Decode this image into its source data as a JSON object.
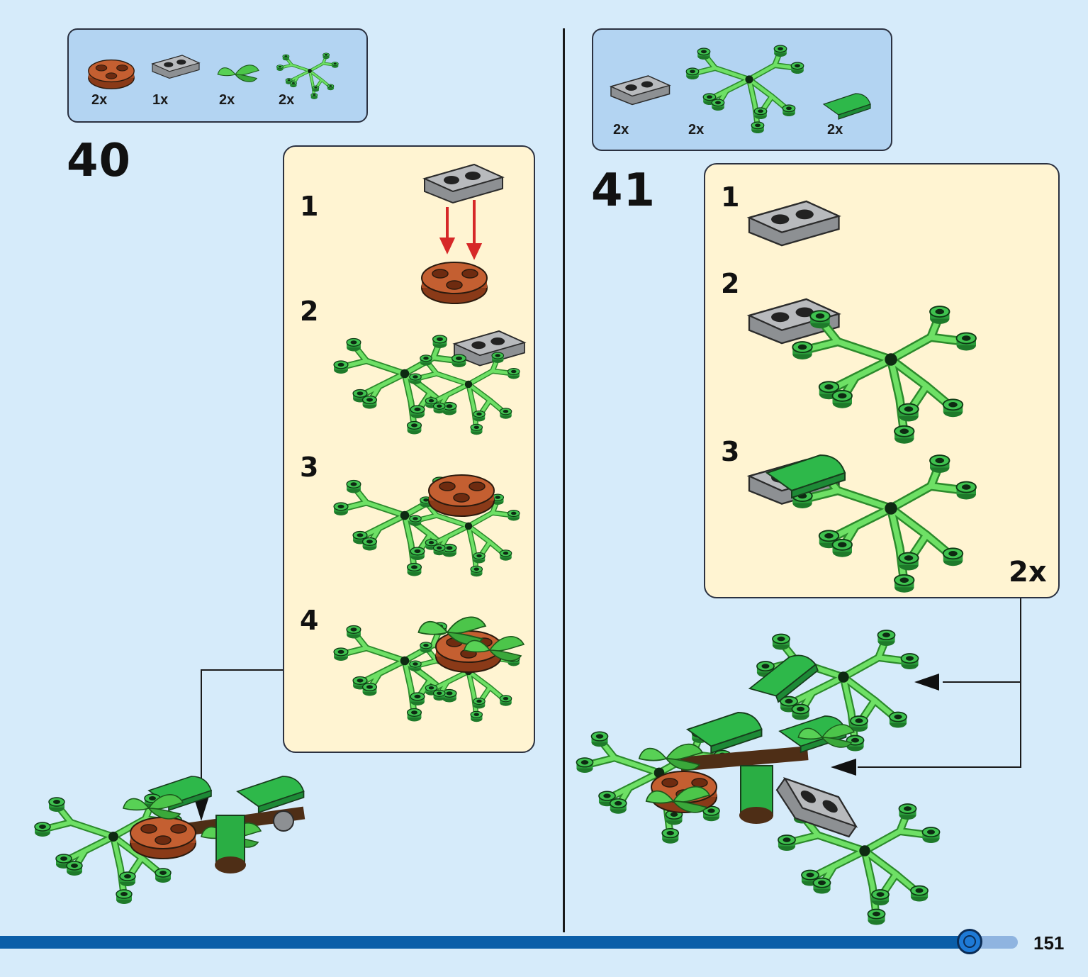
{
  "step40": {
    "number": "40",
    "parts": [
      {
        "count": "2x",
        "icon": "brown-round-plate-icon"
      },
      {
        "count": "1x",
        "icon": "gray-clip-plate-icon"
      },
      {
        "count": "2x",
        "icon": "green-leaf-icon"
      },
      {
        "count": "2x",
        "icon": "green-branch-icon"
      }
    ],
    "substeps": [
      "1",
      "2",
      "3",
      "4"
    ]
  },
  "step41": {
    "number": "41",
    "parts": [
      {
        "count": "2x",
        "icon": "gray-clip-plate-icon"
      },
      {
        "count": "2x",
        "icon": "green-branch-icon"
      },
      {
        "count": "2x",
        "icon": "green-curved-slope-icon"
      }
    ],
    "substeps": [
      "1",
      "2",
      "3"
    ],
    "multiplier": "2x"
  },
  "footer": {
    "page_number": "151",
    "progress": 0.89
  },
  "colors": {
    "page_background": "#d6ebfa",
    "parts_box": "#b3d4f2",
    "sub_panel": "#fff4d2",
    "progress_bar": "#0b5ea8",
    "leaf_green": "#36b44a",
    "branch_green": "#5fd35a",
    "brown": "#b4532a",
    "gray": "#a5a7aa",
    "arrow_red": "#d62828"
  }
}
